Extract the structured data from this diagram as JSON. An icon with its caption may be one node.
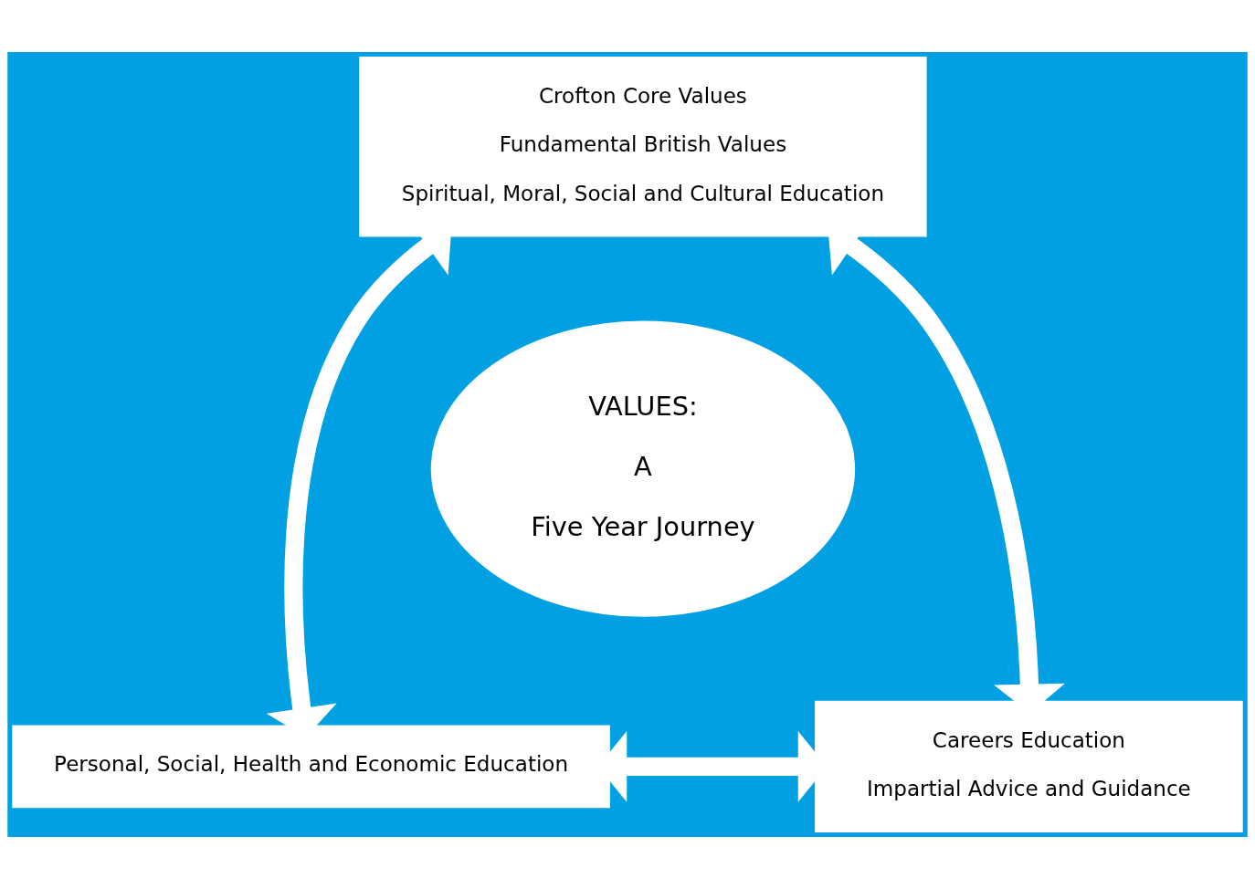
{
  "diagram": {
    "nodes": [
      {
        "text": [
          "Crofton Core Values",
          "Fundamental British Values",
          "Spiritual, Moral, Social and Cultural Education"
        ]
      },
      {
        "text": [
          "VALUES:",
          "A",
          "Five Year Journey"
        ]
      },
      {
        "text": [
          "Personal, Social, Health and Economic Education"
        ]
      },
      {
        "text": [
          "Careers Education",
          "Impartial Advice and Guidance"
        ]
      }
    ],
    "edges": [
      {
        "from": 0,
        "to": 2,
        "arrow": "both"
      },
      {
        "from": 0,
        "to": 3,
        "arrow": "both"
      },
      {
        "from": 2,
        "to": 3,
        "arrow": "both"
      }
    ]
  }
}
